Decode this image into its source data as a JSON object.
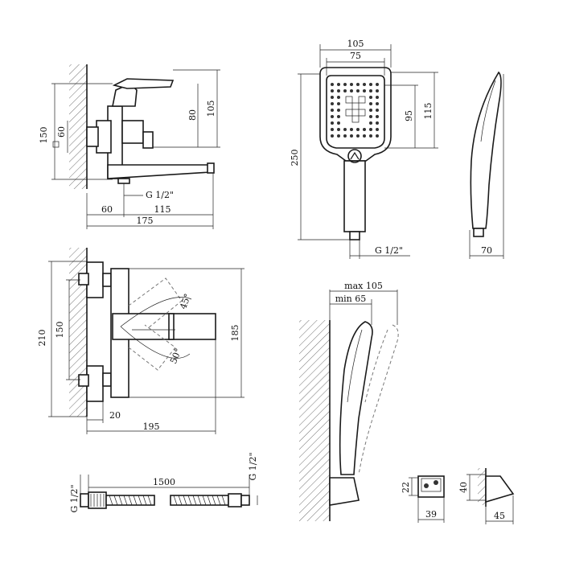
{
  "dimensions": {
    "mixer_side": {
      "height_150": "150",
      "height_80": "80",
      "height_105": "105",
      "square_60": "60",
      "thread": "G 1/2\"",
      "width_60": "60",
      "width_115": "115",
      "width_175": "175"
    },
    "shower_head": {
      "width_105": "105",
      "width_75": "75",
      "height_95": "95",
      "height_115": "115",
      "length_250": "250",
      "thread": "G 1/2\"",
      "depth_70": "70"
    },
    "mixer_top": {
      "height_210": "210",
      "height_150": "150",
      "angle_45": "45°",
      "angle_50": "50°",
      "length_185": "185",
      "offset_20": "20",
      "length_195": "195"
    },
    "holder": {
      "max_105": "max 105",
      "min_65": "min 65",
      "height_22": "22",
      "width_39": "39",
      "height_40": "40",
      "width_45": "45"
    },
    "hose": {
      "thread_left": "G 1/2\"",
      "length_1500": "1500",
      "thread_right": "G 1/2\""
    }
  }
}
